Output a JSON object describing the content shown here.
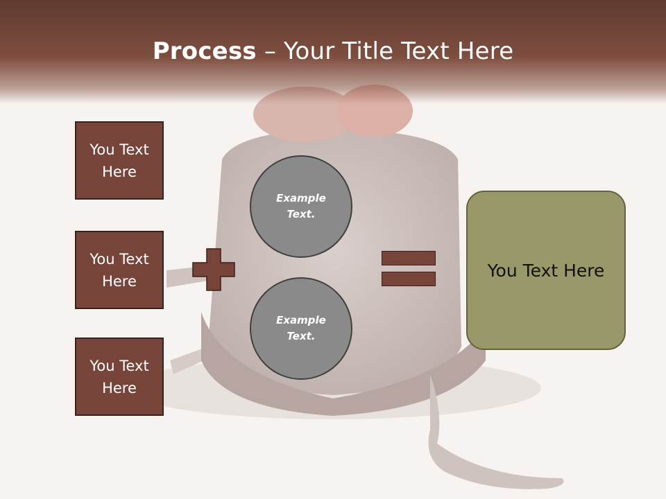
{
  "slide": {
    "title_bold": "Process",
    "title_rest": " – Your Title Text Here"
  },
  "left_boxes": [
    {
      "label": "You Text Here"
    },
    {
      "label": "You Text Here"
    },
    {
      "label": "You Text Here"
    }
  ],
  "operators": {
    "plus_icon": "plus-icon",
    "equals_icon": "equals-icon"
  },
  "circles": [
    {
      "label": "Example Text."
    },
    {
      "label": "Example Text."
    }
  ],
  "result_box": {
    "label": "You Text Here"
  },
  "colors": {
    "header": "#6b4235",
    "box_fill": "#774439",
    "circle_fill": "#8b8a8a",
    "result_fill": "#999868"
  }
}
